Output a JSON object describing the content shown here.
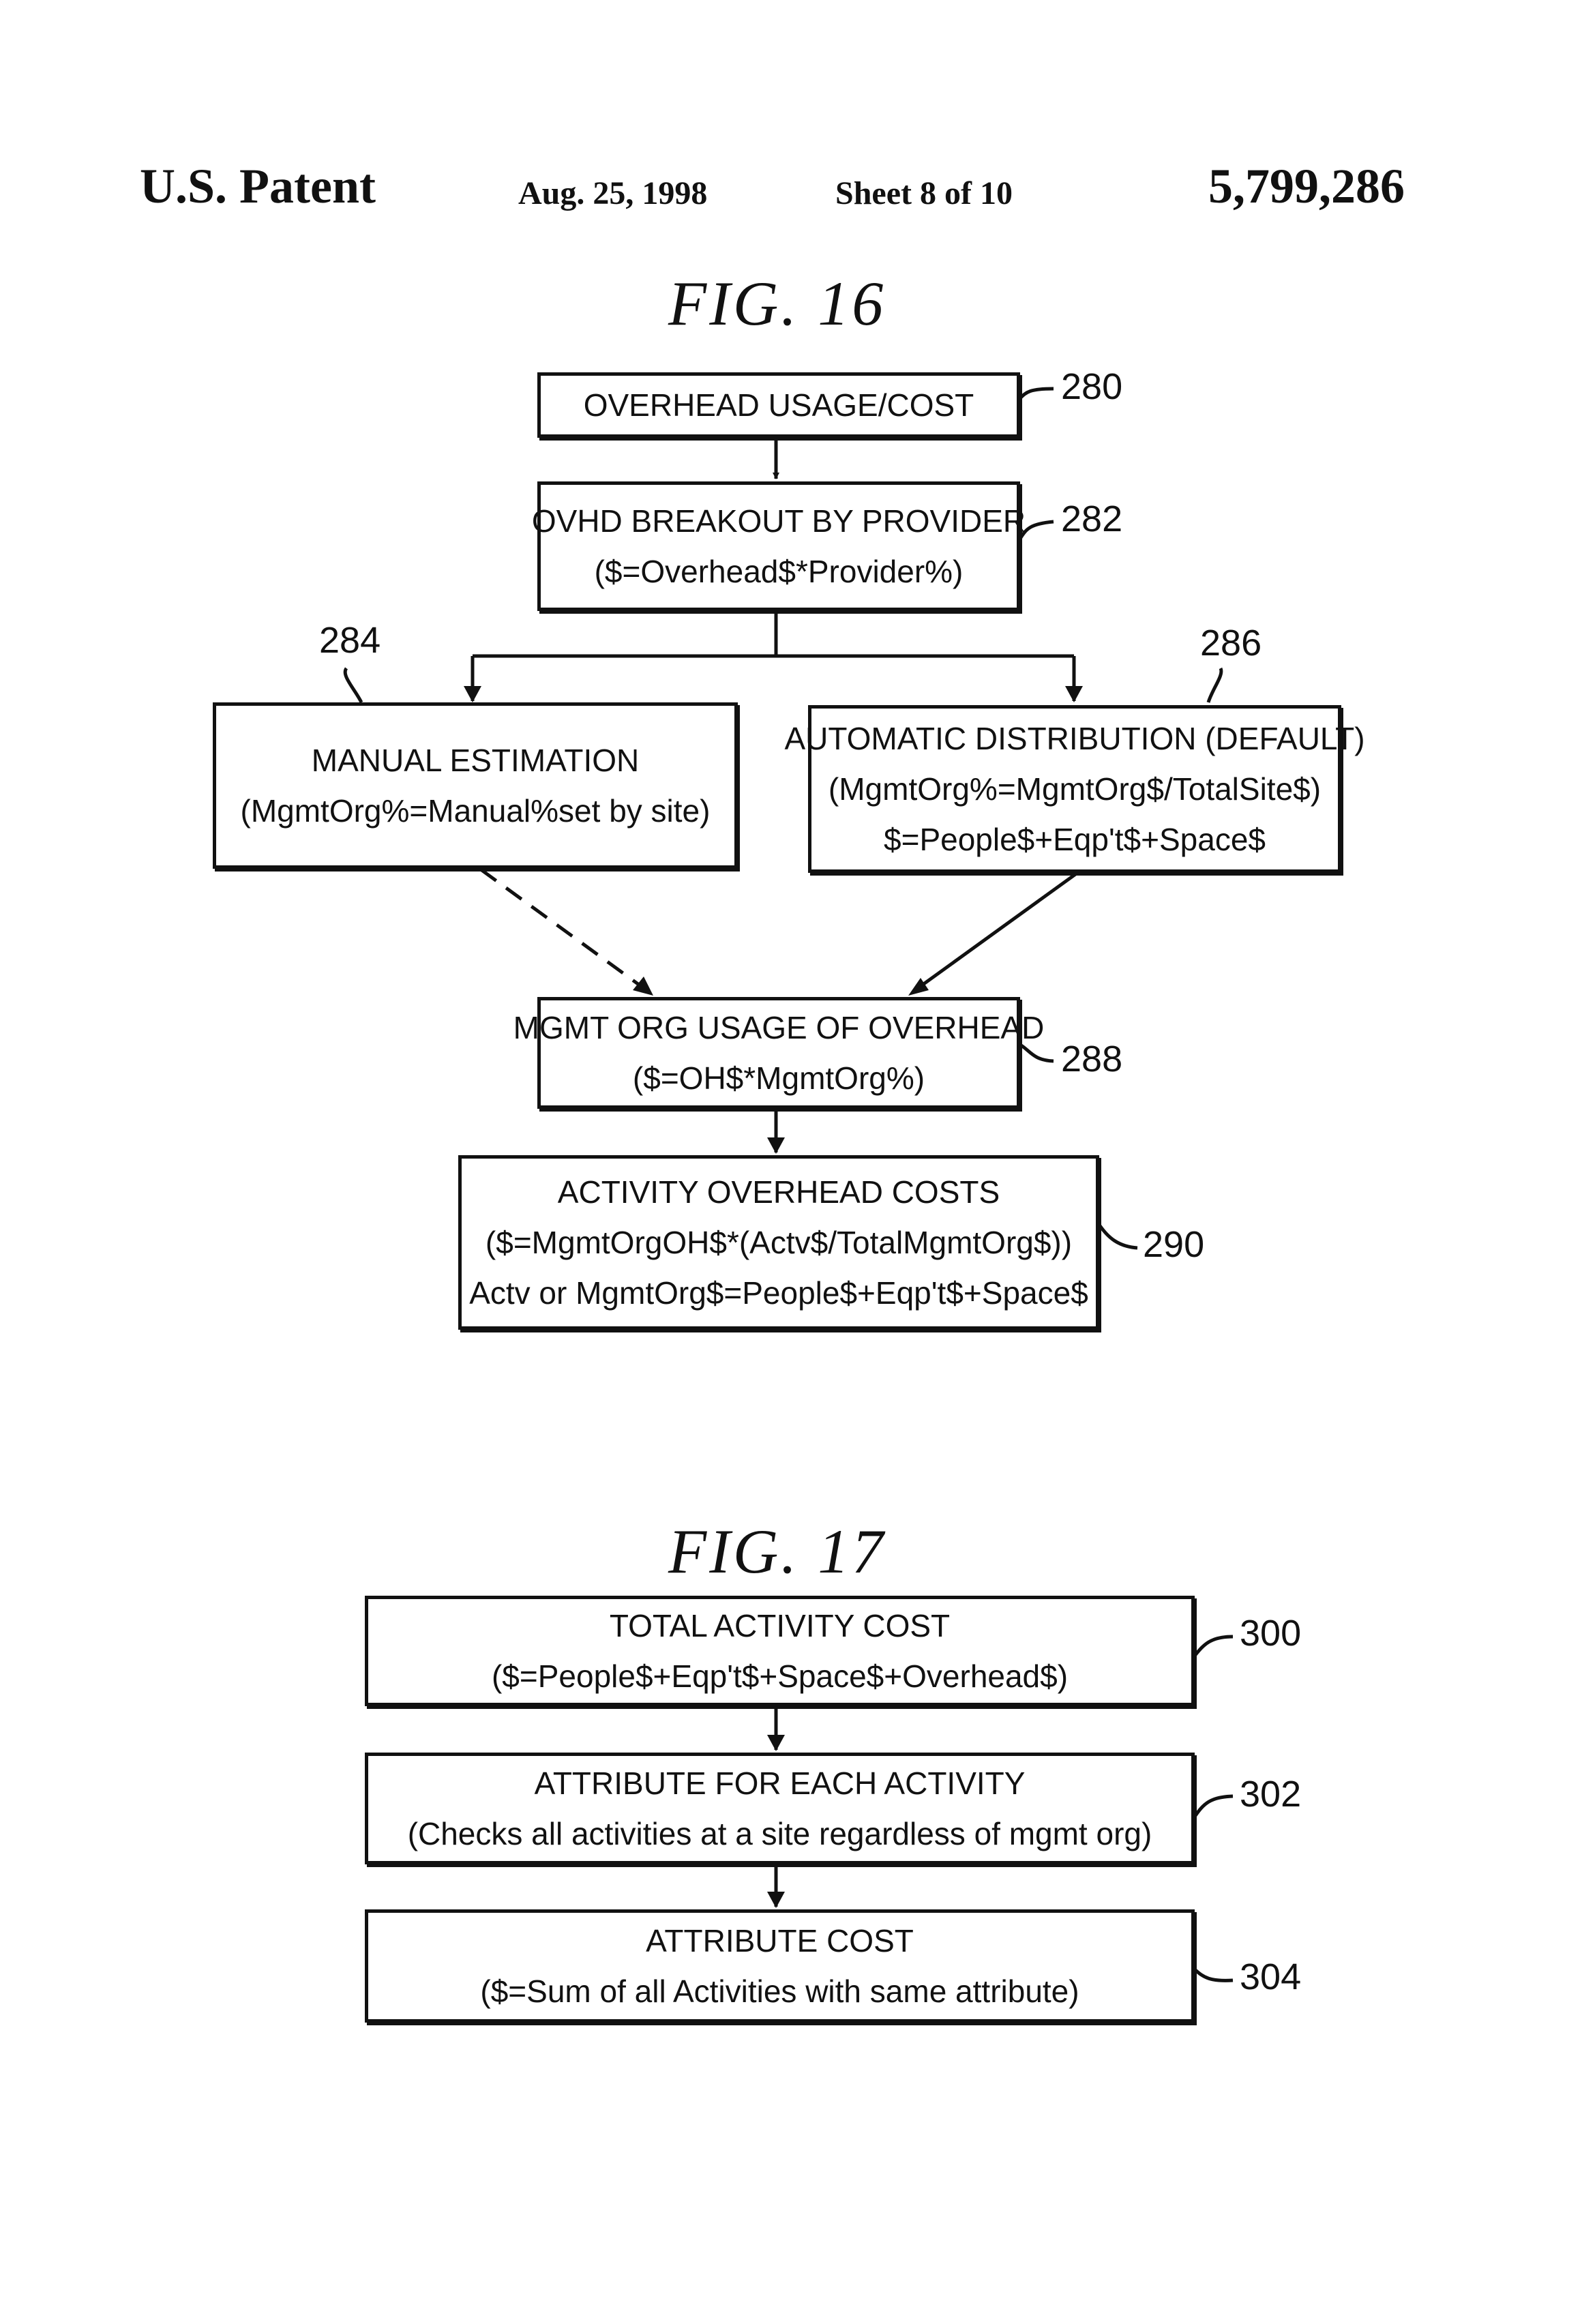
{
  "header": {
    "left": "U.S. Patent",
    "date": "Aug. 25, 1998",
    "sheet": "Sheet 8 of 10",
    "number": "5,799,286"
  },
  "fig16": {
    "title": "FIG. 16",
    "b280": {
      "ref": "280",
      "lines": [
        "OVERHEAD USAGE/COST"
      ]
    },
    "b282": {
      "ref": "282",
      "lines": [
        "OVHD BREAKOUT BY PROVIDER",
        "($=Overhead$*Provider%)"
      ]
    },
    "b284": {
      "ref": "284",
      "lines": [
        "MANUAL ESTIMATION",
        "(MgmtOrg%=Manual%set by site)"
      ]
    },
    "b286": {
      "ref": "286",
      "lines": [
        "AUTOMATIC DISTRIBUTION (DEFAULT)",
        "(MgmtOrg%=MgmtOrg$/TotalSite$)",
        "$=People$+Eqp't$+Space$"
      ]
    },
    "b288": {
      "ref": "288",
      "lines": [
        "MGMT ORG USAGE OF OVERHEAD",
        "($=OH$*MgmtOrg%)"
      ]
    },
    "b290": {
      "ref": "290",
      "lines": [
        "ACTIVITY OVERHEAD COSTS",
        "($=MgmtOrgOH$*(Actv$/TotalMgmtOrg$))",
        "Actv or MgmtOrg$=People$+Eqp't$+Space$"
      ]
    }
  },
  "fig17": {
    "title": "FIG. 17",
    "b300": {
      "ref": "300",
      "lines": [
        "TOTAL ACTIVITY COST",
        "($=People$+Eqp't$+Space$+Overhead$)"
      ]
    },
    "b302": {
      "ref": "302",
      "lines": [
        "ATTRIBUTE FOR EACH ACTIVITY",
        "(Checks all activities at a site regardless of mgmt org)"
      ]
    },
    "b304": {
      "ref": "304",
      "lines": [
        "ATTRIBUTE COST",
        "($=Sum of all Activities with same attribute)"
      ]
    }
  }
}
